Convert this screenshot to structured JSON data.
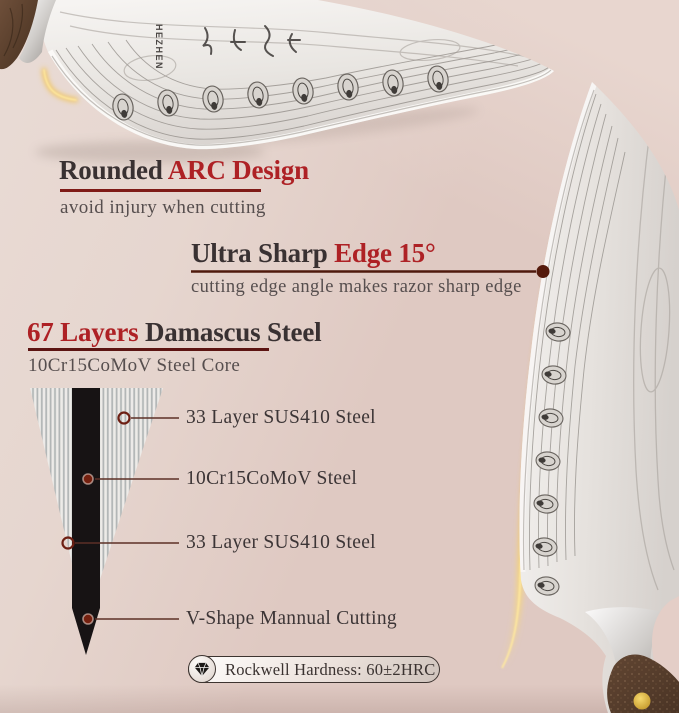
{
  "engraving": {
    "brand": "HEZHEN"
  },
  "callouts": {
    "arc_design": {
      "title_prefix": "Rounded",
      "title_accent": "ARC Design",
      "subtitle": "avoid injury when cutting"
    },
    "sharp_edge": {
      "title_prefix": "Ultra Sharp",
      "title_accent": "Edge 15°",
      "subtitle": "cutting edge angle makes razor sharp edge"
    },
    "damascus_layers": {
      "title_accent": "67 Layers",
      "title_suffix": "Damascus Steel",
      "subtitle": "10Cr15CoMoV Steel Core"
    }
  },
  "layer_diagram": {
    "labels": [
      "33 Layer SUS410 Steel",
      "10Cr15CoMoV Steel",
      "33 Layer SUS410 Steel",
      "V-Shape Mannual Cutting"
    ]
  },
  "hardness_badge": {
    "icon": "diamond-icon",
    "text": "Rockwell Hardness: 60±2HRC"
  },
  "colors": {
    "background": "#dfc9c2",
    "accent_red": "#ae2125",
    "rule_dark_red": "#7f1b17",
    "pointer_maroon": "#4e190c",
    "text_dark": "#393132",
    "text_gray": "#564e4e",
    "gold_glow": "#f0b33a",
    "steel_core_black": "#171314"
  }
}
